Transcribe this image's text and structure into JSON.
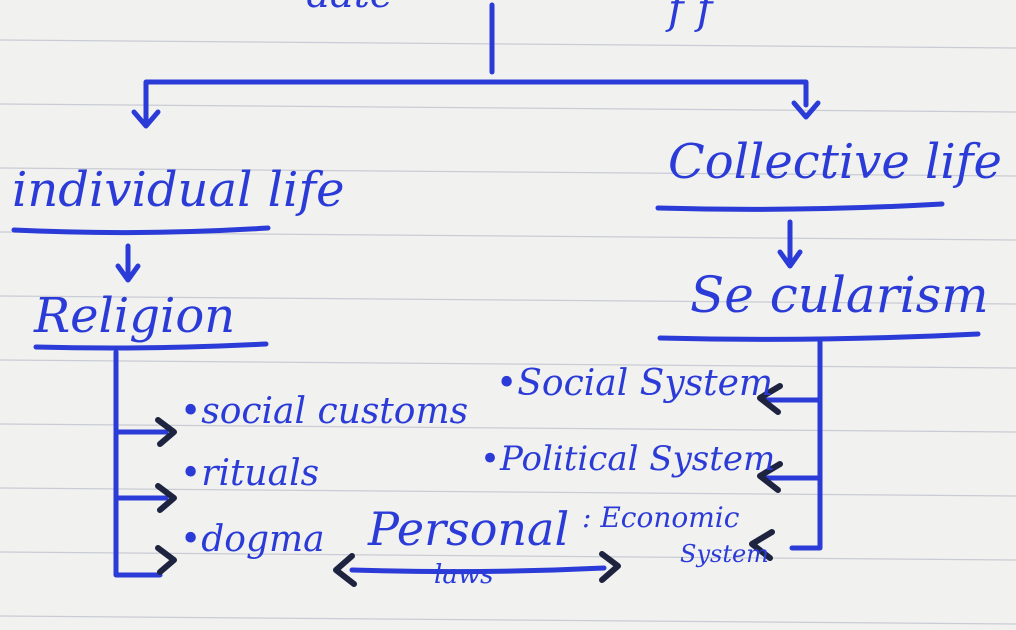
{
  "nodes": {
    "top_fragment_left": "aate",
    "top_fragment_right": "f f",
    "individual": "individual life",
    "collective": "Collective life",
    "religion": "Religion",
    "secularism": "Se cularism",
    "social_customs": "•social customs",
    "rituals": "•rituals",
    "dogma": "•dogma",
    "social_system": "•Social System",
    "political_system": "•Political System",
    "economic": ": Economic",
    "economic_system": "System",
    "personal": "Personal",
    "laws": "laws"
  },
  "colors": {
    "ink_blue": "#2b3bd8",
    "ink_black": "#1e2440",
    "paper": "#f1f1ef",
    "rule": "#c9ccd4"
  }
}
